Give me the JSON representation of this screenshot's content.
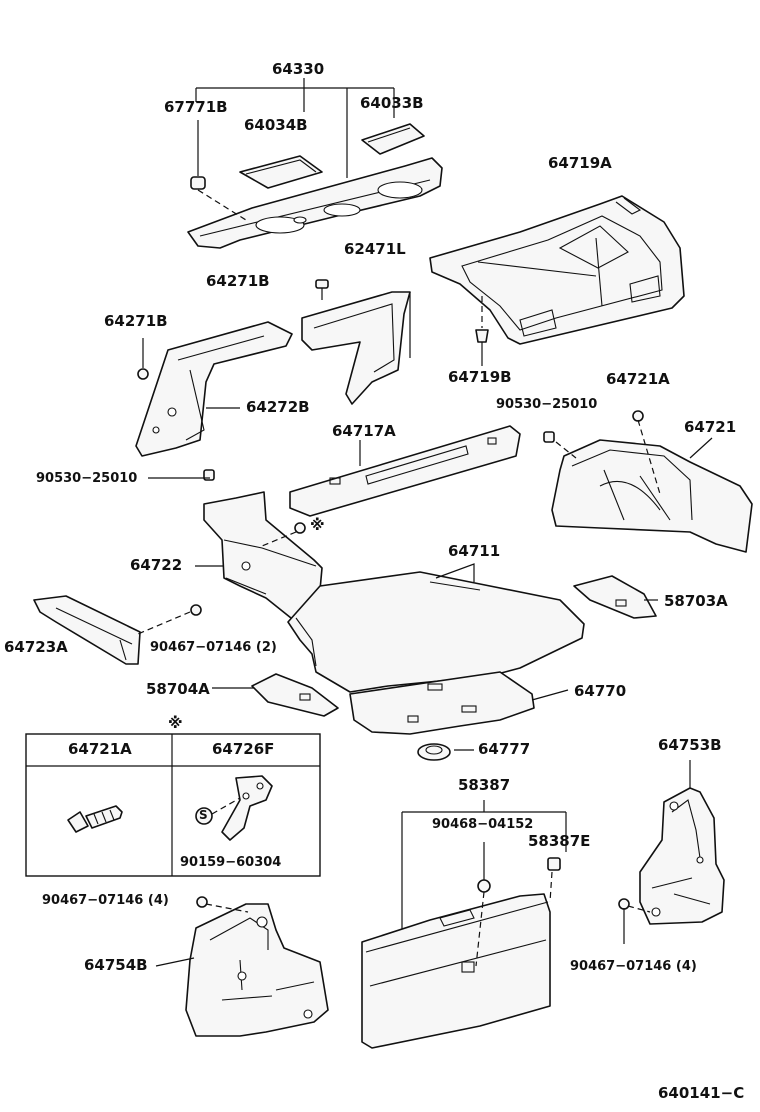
{
  "parts": {
    "p64330": "64330",
    "p67771B": "67771B",
    "p64034B": "64034B",
    "p64033B": "64033B",
    "p64719A": "64719A",
    "p62471L": "62471L",
    "p64271B_a": "64271B",
    "p64271B_b": "64271B",
    "p64272B": "64272B",
    "p64719B": "64719B",
    "p64721A": "64721A",
    "p90530_25010_a": "90530−25010",
    "p90530_25010_b": "90530−25010",
    "p64721": "64721",
    "p64717A": "64717A",
    "p64722": "64722",
    "p64711": "64711",
    "p58703A": "58703A",
    "p64723A": "64723A",
    "p90467_07146_2": "90467−07146 (2)",
    "p58704A": "58704A",
    "p64770": "64770",
    "p64777": "64777",
    "p64753B": "64753B",
    "p58387": "58387",
    "p90468_04152": "90468−04152",
    "p58387E": "58387E",
    "p90467_07146_4a": "90467−07146 (4)",
    "p90467_07146_4b": "90467−07146 (4)",
    "p64754B": "64754B",
    "p90159_60304": "90159−60304"
  },
  "note_table": {
    "marker": "※",
    "col1": "64721A",
    "col2": "64726F",
    "s_mark": "S"
  },
  "diagram_code": "640141−C"
}
